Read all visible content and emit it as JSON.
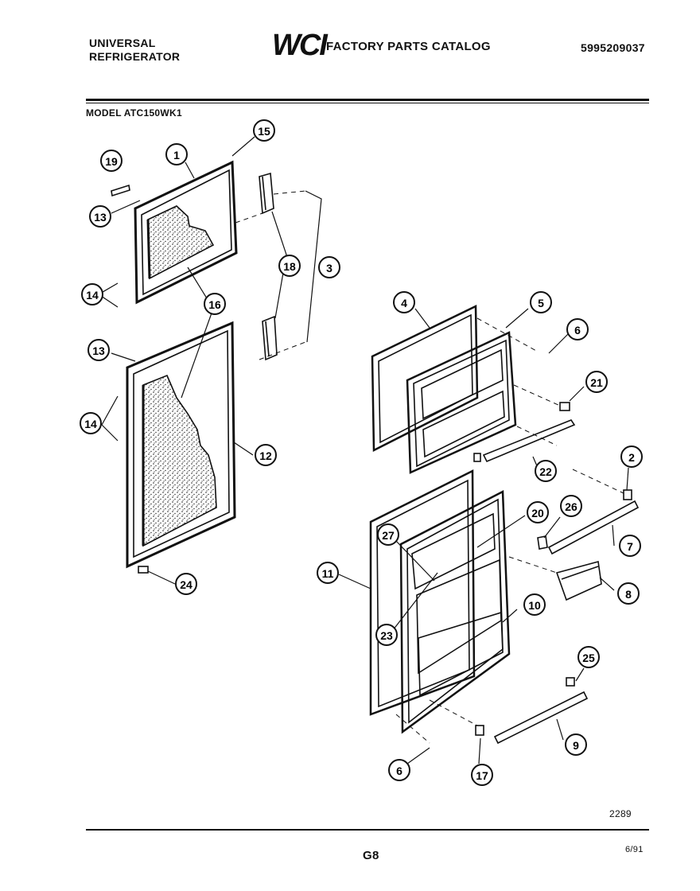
{
  "header": {
    "brand_line1": "UNIVERSAL",
    "brand_line2": "REFRIGERATOR",
    "logo": "WCI",
    "catalog_title": "FACTORY PARTS CATALOG",
    "part_number": "5995209037"
  },
  "model": "MODEL ATC150WK1",
  "footer": {
    "diagram_number": "2289",
    "page": "G8",
    "date": "6/91"
  },
  "callouts": [
    "19",
    "1",
    "15",
    "13",
    "14",
    "18",
    "3",
    "16",
    "13",
    "14",
    "12",
    "24",
    "4",
    "5",
    "6",
    "21",
    "22",
    "2",
    "26",
    "20",
    "27",
    "7",
    "8",
    "11",
    "10",
    "23",
    "25",
    "9",
    "6",
    "17"
  ]
}
